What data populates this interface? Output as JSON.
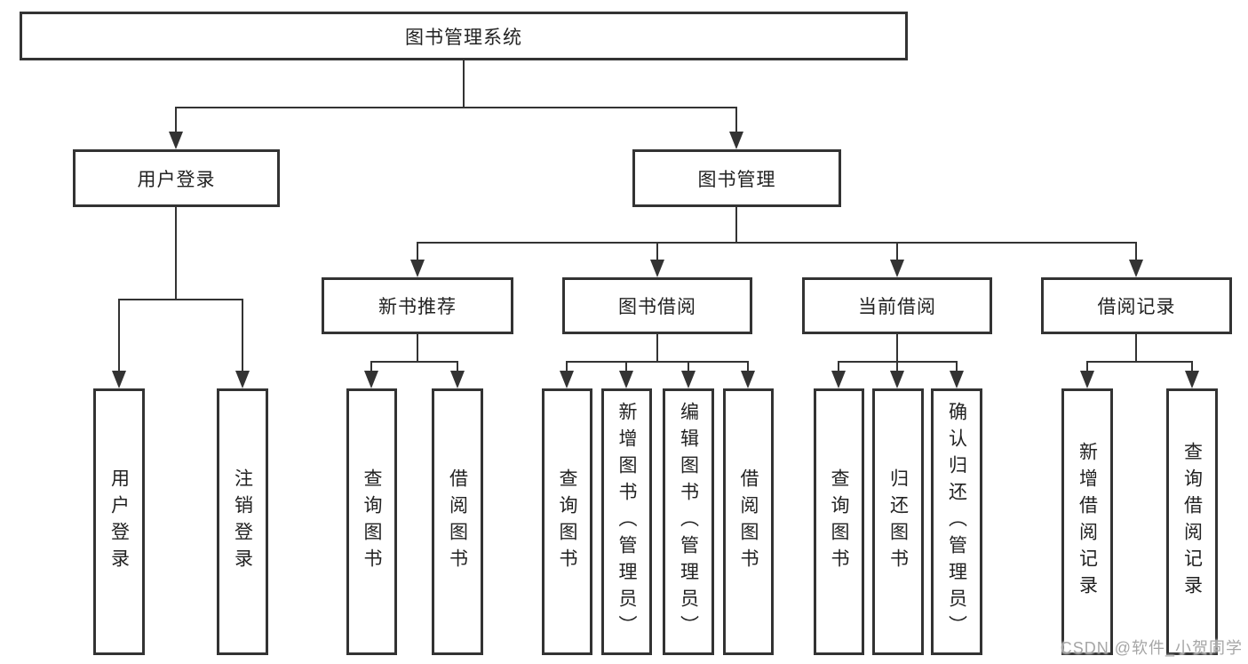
{
  "tree": {
    "root": "图书管理系统",
    "level1": [
      "用户登录",
      "图书管理"
    ],
    "level2": [
      "新书推荐",
      "图书借阅",
      "当前借阅",
      "借阅记录"
    ],
    "leaves": [
      "用户登录",
      "注销登录",
      "查询图书",
      "借阅图书",
      "查询图书",
      "新增图书（管理员）",
      "编辑图书（管理员）",
      "借阅图书",
      "查询图书",
      "归还图书",
      "确认归还（管理员）",
      "新增借阅记录",
      "查询借阅记录"
    ]
  },
  "watermark": "CSDN @软件_小贺同学",
  "colors": {
    "line": "#333333",
    "text": "#222222",
    "background": "#ffffff",
    "watermark": "#a6a6a6"
  }
}
